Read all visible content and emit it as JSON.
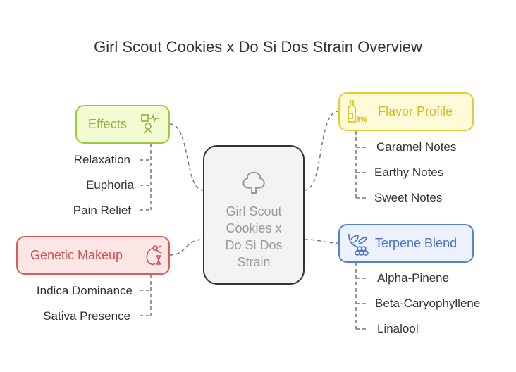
{
  "title": "Girl Scout Cookies x Do Si Dos Strain Overview",
  "center": {
    "label_lines": [
      "Girl Scout",
      "Cookies x",
      "Do Si Dos",
      "Strain"
    ],
    "icon": "clover-icon"
  },
  "branches": {
    "effects": {
      "label": "Effects",
      "icon": "effects-icon",
      "color": "#9bcb3f",
      "items": [
        "Relaxation",
        "Euphoria",
        "Pain Relief"
      ]
    },
    "flavor": {
      "label": "Flavor Profile",
      "icon": "bottle-percent-icon",
      "color": "#e3cd2f",
      "items": [
        "Caramel Notes",
        "Earthy Notes",
        "Sweet Notes"
      ]
    },
    "terpene": {
      "label": "Terpene Blend",
      "icon": "leaf-grapes-icon",
      "color": "#5782d1",
      "items": [
        "Alpha-Pinene",
        "Beta-Caryophyllene",
        "Linalool"
      ]
    },
    "genetic": {
      "label": "Genetic Makeup",
      "icon": "dna-apple-icon",
      "color": "#db5c5c",
      "items": [
        "Indica Dominance",
        "Sativa Presence"
      ]
    }
  }
}
